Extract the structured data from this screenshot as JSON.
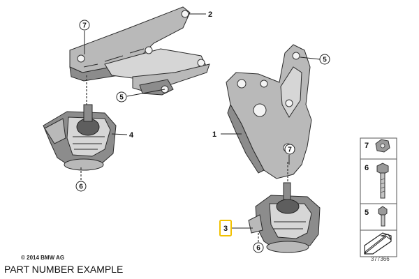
{
  "callouts": {
    "c1": "1",
    "c2": "2",
    "c3": "3",
    "c4": "4",
    "c5_top": "5",
    "c5_left": "5",
    "c6_left": "6",
    "c6_right": "6",
    "c7_top": "7",
    "c7_mid": "7"
  },
  "legend": [
    {
      "number": "7",
      "part": "hex nut"
    },
    {
      "number": "6",
      "part": "hex bolt"
    },
    {
      "number": "5",
      "part": "short bolt"
    }
  ],
  "highlight_color": "#f2c100",
  "copyright": "© 2014 BMW AG",
  "diagram_id": "377366",
  "caption": "PART NUMBER EXAMPLE"
}
